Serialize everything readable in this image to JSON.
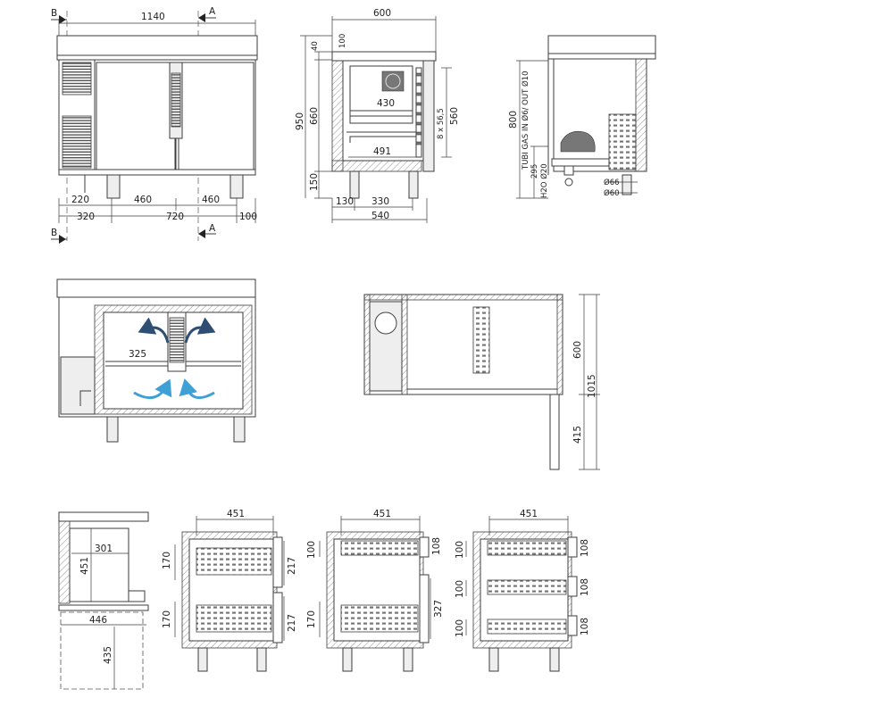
{
  "colors": {
    "line": "#3c3c3c",
    "airflow_warm": "#2f4e73",
    "airflow_cold": "#3fa0d6"
  },
  "front_view": {
    "section_b": "B",
    "section_a": "A",
    "width": "1140",
    "d_220": "220",
    "d_320": "320",
    "d_460_left": "460",
    "d_720": "720",
    "d_460_right": "460",
    "d_100": "100"
  },
  "side_section": {
    "depth": "600",
    "d_40": "40",
    "d_100": "100",
    "height_total": "950",
    "interior_height": "660",
    "legs": "150",
    "d_430": "430",
    "d_491": "491",
    "guides": "8 x 56,5",
    "d_560": "560",
    "d_130": "130",
    "d_330": "330",
    "d_540": "540"
  },
  "section_b_view": {
    "d_800": "800",
    "gas": "TUBI GAS IN Ø6/ OUT Ø10",
    "d_295": "295",
    "h2o": "H2O Ø20",
    "d_66": "Ø66",
    "d_60": "Ø60"
  },
  "airflow_view": {
    "d_325": "325"
  },
  "top_view": {
    "d_600": "600",
    "d_1015": "1015",
    "d_415": "415"
  },
  "drawer_views": {
    "d_301": "301",
    "d_451": "451",
    "d_446": "446",
    "d_435": "435",
    "v1": {
      "width": "451",
      "a": "170",
      "b": "170",
      "c": "217",
      "d": "217"
    },
    "v2": {
      "width": "451",
      "a": "100",
      "b": "170",
      "c": "108",
      "d": "327"
    },
    "v3": {
      "width": "451",
      "a": "100",
      "b": "100",
      "c": "100",
      "d": "108",
      "e": "108",
      "f": "108"
    }
  }
}
